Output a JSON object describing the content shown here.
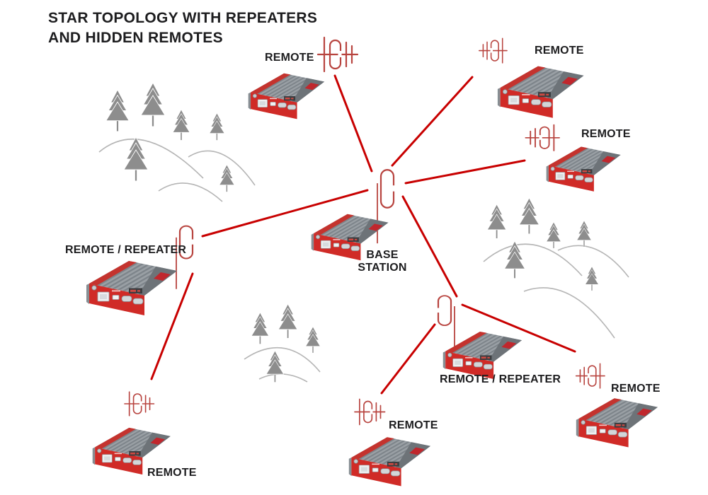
{
  "title": "STAR TOPOLOGY WITH REPEATERS\nAND HIDDEN REMOTES",
  "colors": {
    "link": "#c80000",
    "antenna": "#b8443f",
    "tree": "#8d8d8d",
    "hill": "#b5b5b5",
    "text": "#1d1d1f",
    "device_red": "#d02b27",
    "device_gray": "#9aa0a5"
  },
  "nodes": [
    {
      "id": "remote-top-left",
      "label": "REMOTE",
      "antenna": "yagi-directional"
    },
    {
      "id": "remote-top-right",
      "label": "REMOTE",
      "antenna": "yagi-directional"
    },
    {
      "id": "remote-mid-right",
      "label": "REMOTE",
      "antenna": "yagi-directional"
    },
    {
      "id": "repeater-left",
      "label": "REMOTE / REPEATER",
      "antenna": "omni-dipole"
    },
    {
      "id": "base-station",
      "label": "BASE\nSTATION",
      "antenna": "omni-dipole"
    },
    {
      "id": "repeater-right",
      "label": "REMOTE / REPEATER",
      "antenna": "omni-dipole"
    },
    {
      "id": "remote-bottom-left",
      "label": "REMOTE",
      "antenna": "yagi-directional"
    },
    {
      "id": "remote-bottom-center",
      "label": "REMOTE",
      "antenna": "yagi-directional"
    },
    {
      "id": "remote-bottom-right",
      "label": "REMOTE",
      "antenna": "yagi-directional"
    }
  ],
  "links": [
    {
      "from": "base-station",
      "to": "remote-top-left"
    },
    {
      "from": "base-station",
      "to": "remote-top-right"
    },
    {
      "from": "base-station",
      "to": "remote-mid-right"
    },
    {
      "from": "base-station",
      "to": "repeater-left"
    },
    {
      "from": "base-station",
      "to": "repeater-right"
    },
    {
      "from": "repeater-left",
      "to": "remote-bottom-left"
    },
    {
      "from": "repeater-right",
      "to": "remote-bottom-center"
    },
    {
      "from": "repeater-right",
      "to": "remote-bottom-right"
    }
  ]
}
